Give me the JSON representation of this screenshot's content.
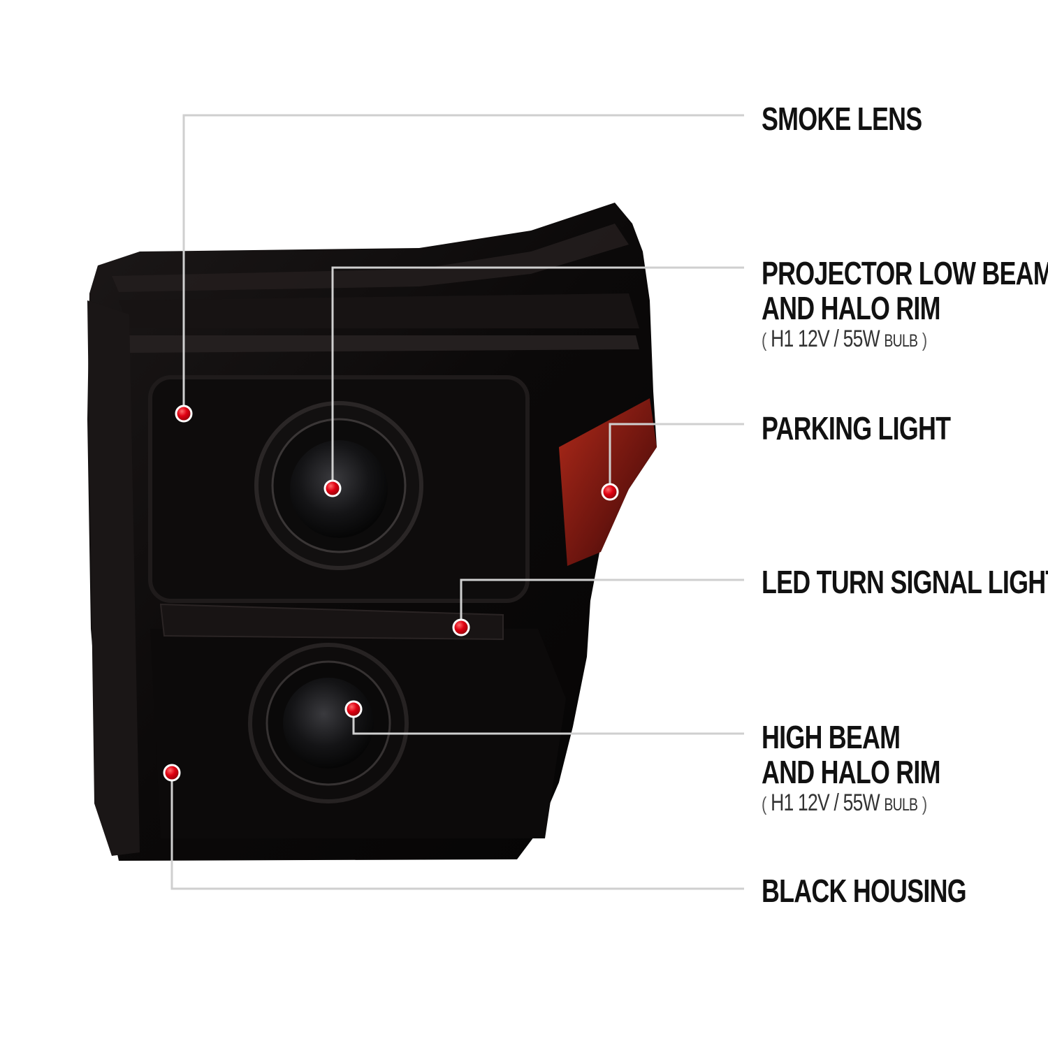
{
  "colors": {
    "background": "#ffffff",
    "leader_line": "#cfcfcf",
    "marker": "#e00012",
    "housing": "#0b0909",
    "amber_lens": "#8a1a12"
  },
  "icons": {
    "marker": "red-dot-marker-icon"
  },
  "callouts": [
    {
      "id": "smoke-lens",
      "lines": [
        "SMOKE LENS"
      ]
    },
    {
      "id": "projector-low-beam",
      "lines": [
        "PROJECTOR LOW BEAM",
        "AND HALO RIM"
      ],
      "spec": {
        "open": "(",
        "main": "H1  12V / 55W",
        "small": "BULB",
        "close": ")"
      }
    },
    {
      "id": "parking-light",
      "lines": [
        "PARKING LIGHT"
      ]
    },
    {
      "id": "led-turn-signal",
      "lines": [
        "LED TURN SIGNAL LIGHT"
      ]
    },
    {
      "id": "high-beam",
      "lines": [
        "HIGH BEAM",
        "AND HALO RIM"
      ],
      "spec": {
        "open": "(",
        "main": "H1  12V / 55W",
        "small": "BULB",
        "close": ")"
      }
    },
    {
      "id": "black-housing",
      "lines": [
        "BLACK HOUSING"
      ]
    }
  ]
}
